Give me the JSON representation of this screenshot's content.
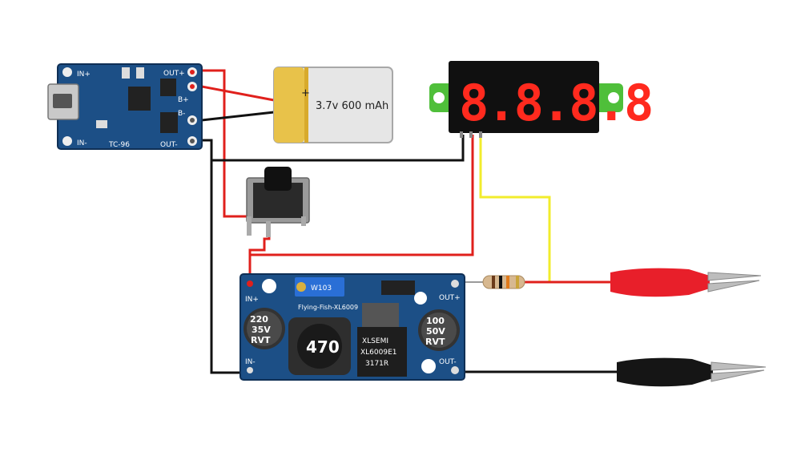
{
  "colors": {
    "background": "#ffffff",
    "pcb_blue": "#1c4f86",
    "wire_red": "#e0201c",
    "wire_black": "#111111",
    "wire_yellow": "#f2ec2c",
    "battery_gold": "#e8c24a",
    "battery_silver": "#e6e6e6",
    "segment_red": "#ff2a1e",
    "display_green": "#4fbf3a",
    "clip_red": "#e81f2a",
    "clip_black": "#151515"
  },
  "charger": {
    "pin_in_plus": "IN+",
    "pin_in_minus": "IN-",
    "pin_out_plus": "OUT+",
    "pin_b_plus": "B+",
    "pin_b_minus": "B-",
    "pin_out_minus": "OUT-",
    "model": "TC-96"
  },
  "battery": {
    "plus_symbol": "+",
    "label": "3.7v 600 mAh"
  },
  "display": {
    "digits": "8.8.8.8"
  },
  "boost": {
    "pin_in_plus": "IN+",
    "pin_in_minus": "IN-",
    "pin_out_plus": "OUT+",
    "pin_out_minus": "OUT-",
    "brand": "Flying-Fish-XL6009",
    "cap_left": [
      "220",
      "35V",
      "RVT"
    ],
    "cap_right": [
      "100",
      "50V",
      "RVT"
    ],
    "inductor": "470",
    "chip_line1": "XLSEMI",
    "chip_line2": "XL6009E1",
    "chip_line3": "3171R",
    "trimmer": "W103"
  }
}
